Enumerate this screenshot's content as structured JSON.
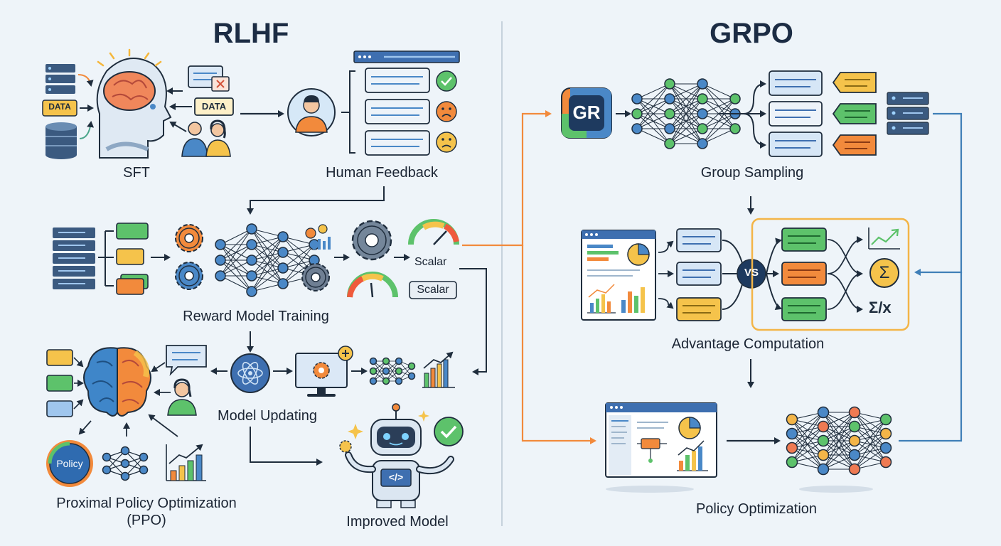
{
  "rlhf": {
    "title": "RLHF",
    "sft": {
      "label": "SFT",
      "data_tag_1": "DATA",
      "data_tag_2": "DATA"
    },
    "human_feedback": {
      "label": "Human Feedback"
    },
    "reward_model": {
      "label": "Reward Model Training",
      "scalar_1": "Scalar",
      "scalar_2": "Scalar"
    },
    "model_updating": {
      "label": "Model Updating"
    },
    "ppo": {
      "label_line1": "Proximal Policy Optimization",
      "label_line2": "(PPO)",
      "policy_tag": "Policy"
    },
    "improved_model": {
      "label": "Improved Model",
      "code_glyph": "</>"
    }
  },
  "grpo": {
    "title": "GRPO",
    "gr_badge": "GR",
    "group_sampling": {
      "label": "Group Sampling"
    },
    "advantage": {
      "label": "Advantage Computation",
      "vs_badge": "VS",
      "sigma": "Σ",
      "ratio": "Σ/x"
    },
    "policy_optimization": {
      "label": "Policy Optimization"
    }
  },
  "colors": {
    "navy": "#1e3a5f",
    "orange": "#f28a3c",
    "blue": "#4a88c7",
    "green": "#5dc26b",
    "yellow": "#f5c34b",
    "red": "#ef7a52",
    "gold": "#f3b548"
  }
}
